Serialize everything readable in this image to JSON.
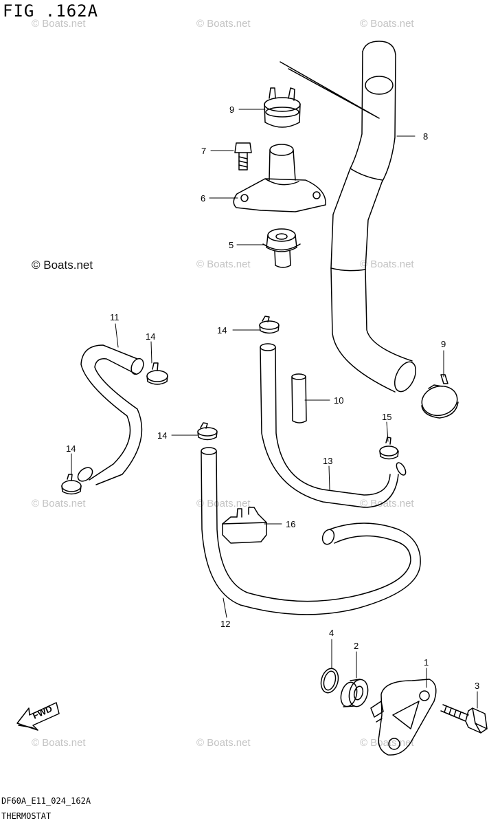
{
  "title": "FIG .162A",
  "watermark": "© Boats.net",
  "watermark_main": "© Boats.net",
  "diagram_code": "DF60A_E11_024_162A",
  "caption": "THERMOSTAT",
  "fwd_label": "FWD",
  "parts": [
    {
      "id": "p1",
      "num": "1"
    },
    {
      "id": "p2",
      "num": "2"
    },
    {
      "id": "p3",
      "num": "3"
    },
    {
      "id": "p4",
      "num": "4"
    },
    {
      "id": "p5",
      "num": "5"
    },
    {
      "id": "p6",
      "num": "6"
    },
    {
      "id": "p7",
      "num": "7"
    },
    {
      "id": "p8",
      "num": "8"
    },
    {
      "id": "p9a",
      "num": "9"
    },
    {
      "id": "p9b",
      "num": "9"
    },
    {
      "id": "p10",
      "num": "10"
    },
    {
      "id": "p11",
      "num": "11"
    },
    {
      "id": "p12",
      "num": "12"
    },
    {
      "id": "p13",
      "num": "13"
    },
    {
      "id": "p14a",
      "num": "14"
    },
    {
      "id": "p14b",
      "num": "14"
    },
    {
      "id": "p14c",
      "num": "14"
    },
    {
      "id": "p14d",
      "num": "14"
    },
    {
      "id": "p15",
      "num": "15"
    },
    {
      "id": "p16",
      "num": "16"
    }
  ]
}
